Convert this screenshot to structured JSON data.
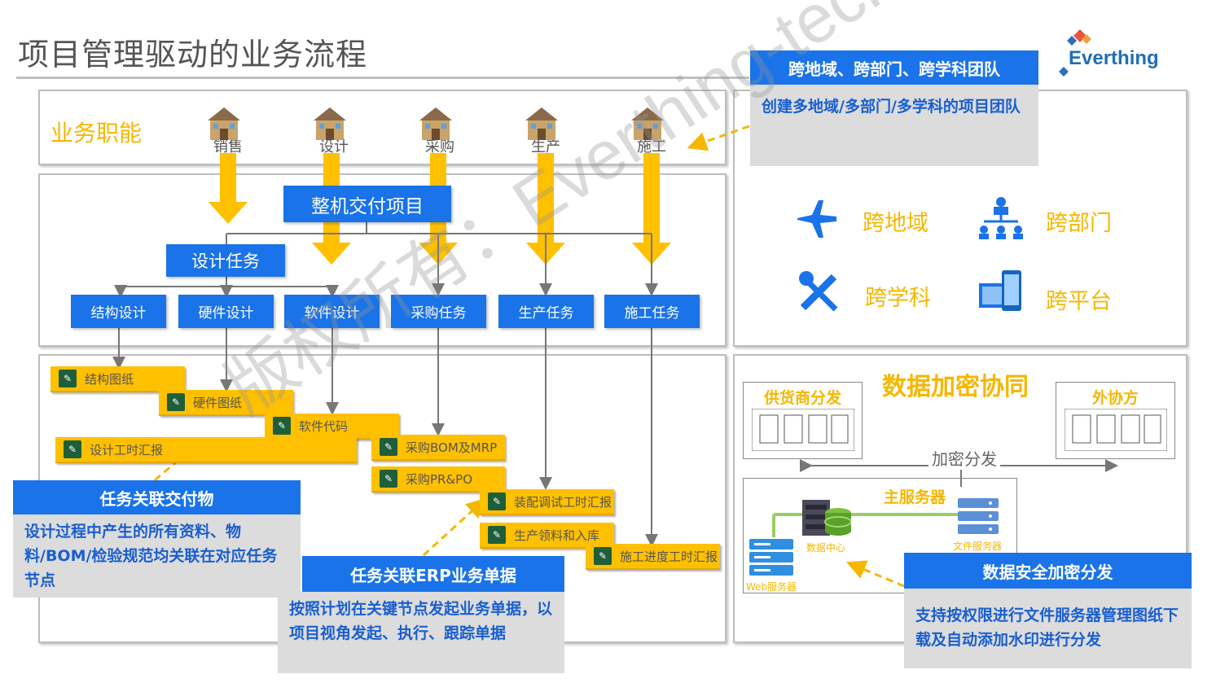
{
  "header": {
    "title": "项目管理驱动的业务流程",
    "logo_text": "Everthing"
  },
  "left_panel": {
    "function_label": "业务职能",
    "departments": [
      "销售",
      "设计",
      "采购",
      "生产",
      "施工"
    ],
    "project": "整机交付项目",
    "design_task": "设计任务",
    "subtasks": [
      "结构设计",
      "硬件设计",
      "软件设计",
      "采购任务",
      "生产任务",
      "施工任务"
    ],
    "deliverables": [
      "结构图纸",
      "硬件图纸",
      "软件代码",
      "设计工时汇报",
      "采购BOM及MRP",
      "采购PR&PO",
      "装配调试工时汇报",
      "生产领料和入库",
      "施工进度工时汇报"
    ]
  },
  "callouts": {
    "team": {
      "title": "跨地域、跨部门、跨学科团队",
      "body": "创建多地域/多部门/多学科的项目团队"
    },
    "deliverable": {
      "title": "任务关联交付物",
      "body": "设计过程中产生的所有资料、物料/BOM/检验规范均关联在对应任务节点"
    },
    "erp": {
      "title": "任务关联ERP业务单据",
      "body": "按照计划在关键节点发起业务单据，以项目视角发起、执行、跟踪单据"
    },
    "security": {
      "title": "数据安全加密分发",
      "body": "支持按权限进行文件服务器管理图纸下载及自动添加水印进行分发"
    }
  },
  "features": [
    {
      "label": "跨地域",
      "icon": "airplane-icon"
    },
    {
      "label": "跨部门",
      "icon": "org-chart-icon"
    },
    {
      "label": "跨学科",
      "icon": "tools-icon"
    },
    {
      "label": "跨平台",
      "icon": "devices-icon"
    }
  ],
  "encryption": {
    "title": "数据加密协同",
    "supplier": "供货商分发",
    "partner": "外协方",
    "distribute": "加密分发",
    "main_server": "主服务器",
    "data_center": "数据中心",
    "file_server": "文件服务器",
    "web_server": "Web服务器"
  },
  "watermark": "版权所有：Everthing-tech",
  "colors": {
    "accent_blue": "#1a73e8",
    "accent_yellow": "#ffc000",
    "panel_border": "#bdbdbd"
  }
}
